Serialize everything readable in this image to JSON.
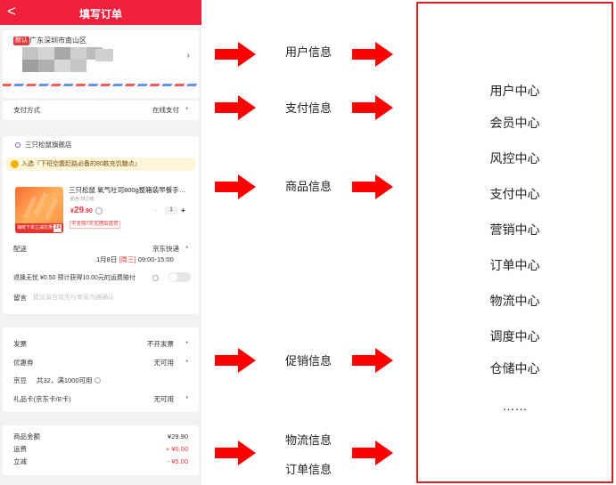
{
  "phone": {
    "header": {
      "back": "<",
      "title": "填写订单"
    },
    "address": {
      "tag": "默认",
      "region": "广东深圳市南山区",
      "chevron": "›"
    },
    "payment": {
      "label": "支付方式",
      "value": "在线支付"
    },
    "shop": {
      "name": "三只松鼠旗舰店",
      "promo": "入选『下班空腹赶路必备的80款充饥糖点』",
      "product": {
        "title": "三只松鼠 氧气吐司800g整箱装早餐手…",
        "spec": "颜色:饼之味",
        "price_symbol": "¥",
        "price_int": "29",
        "price_dec": ".90",
        "qty_minus": "-",
        "qty": "1",
        "qty_plus": "+",
        "no_return": "不支持7天无理由退货",
        "image_band": "海鲜下单立减优惠券",
        "image_num": "24"
      },
      "delivery_label": "配送",
      "delivery_value": "京东快递",
      "delivery_time_date": "1月8日",
      "delivery_time_day": "[周三]",
      "delivery_time_range": "09:00-15:00",
      "insurance": "退换无忧 ¥0.50  预计获得10.00元的运费赔付",
      "remark_label": "留言",
      "remark_placeholder": "建议留言前先与商家沟通确认"
    },
    "promotion": {
      "invoice_label": "发票",
      "invoice_value": "不开发票",
      "coupon_label": "优惠券",
      "coupon_value": "无可用",
      "jd_bean_label": "京豆",
      "jd_bean_value": "共32，满1000可用",
      "giftcard_label": "礼品卡(京东卡/E卡)",
      "giftcard_value": "无可用"
    },
    "summary": {
      "goods_label": "商品金额",
      "goods_value": "¥29.90",
      "freight_label": "运费",
      "freight_value": "+ ¥0.00",
      "discount_label": "立减",
      "discount_value": "- ¥5.00"
    },
    "more_dots": "•"
  },
  "info_labels": [
    "用户信息",
    "支付信息",
    "商品信息",
    "促销信息",
    "物流信息",
    "订单信息"
  ],
  "centers": [
    "用户中心",
    "会员中心",
    "风控中心",
    "支付中心",
    "营销中心",
    "订单中心",
    "物流中心",
    "调度中心",
    "仓储中心",
    "……"
  ],
  "colors": {
    "arrow": "#ff0000",
    "box_border": "#d62020",
    "header": "#f0203c",
    "price": "#e4393c"
  }
}
